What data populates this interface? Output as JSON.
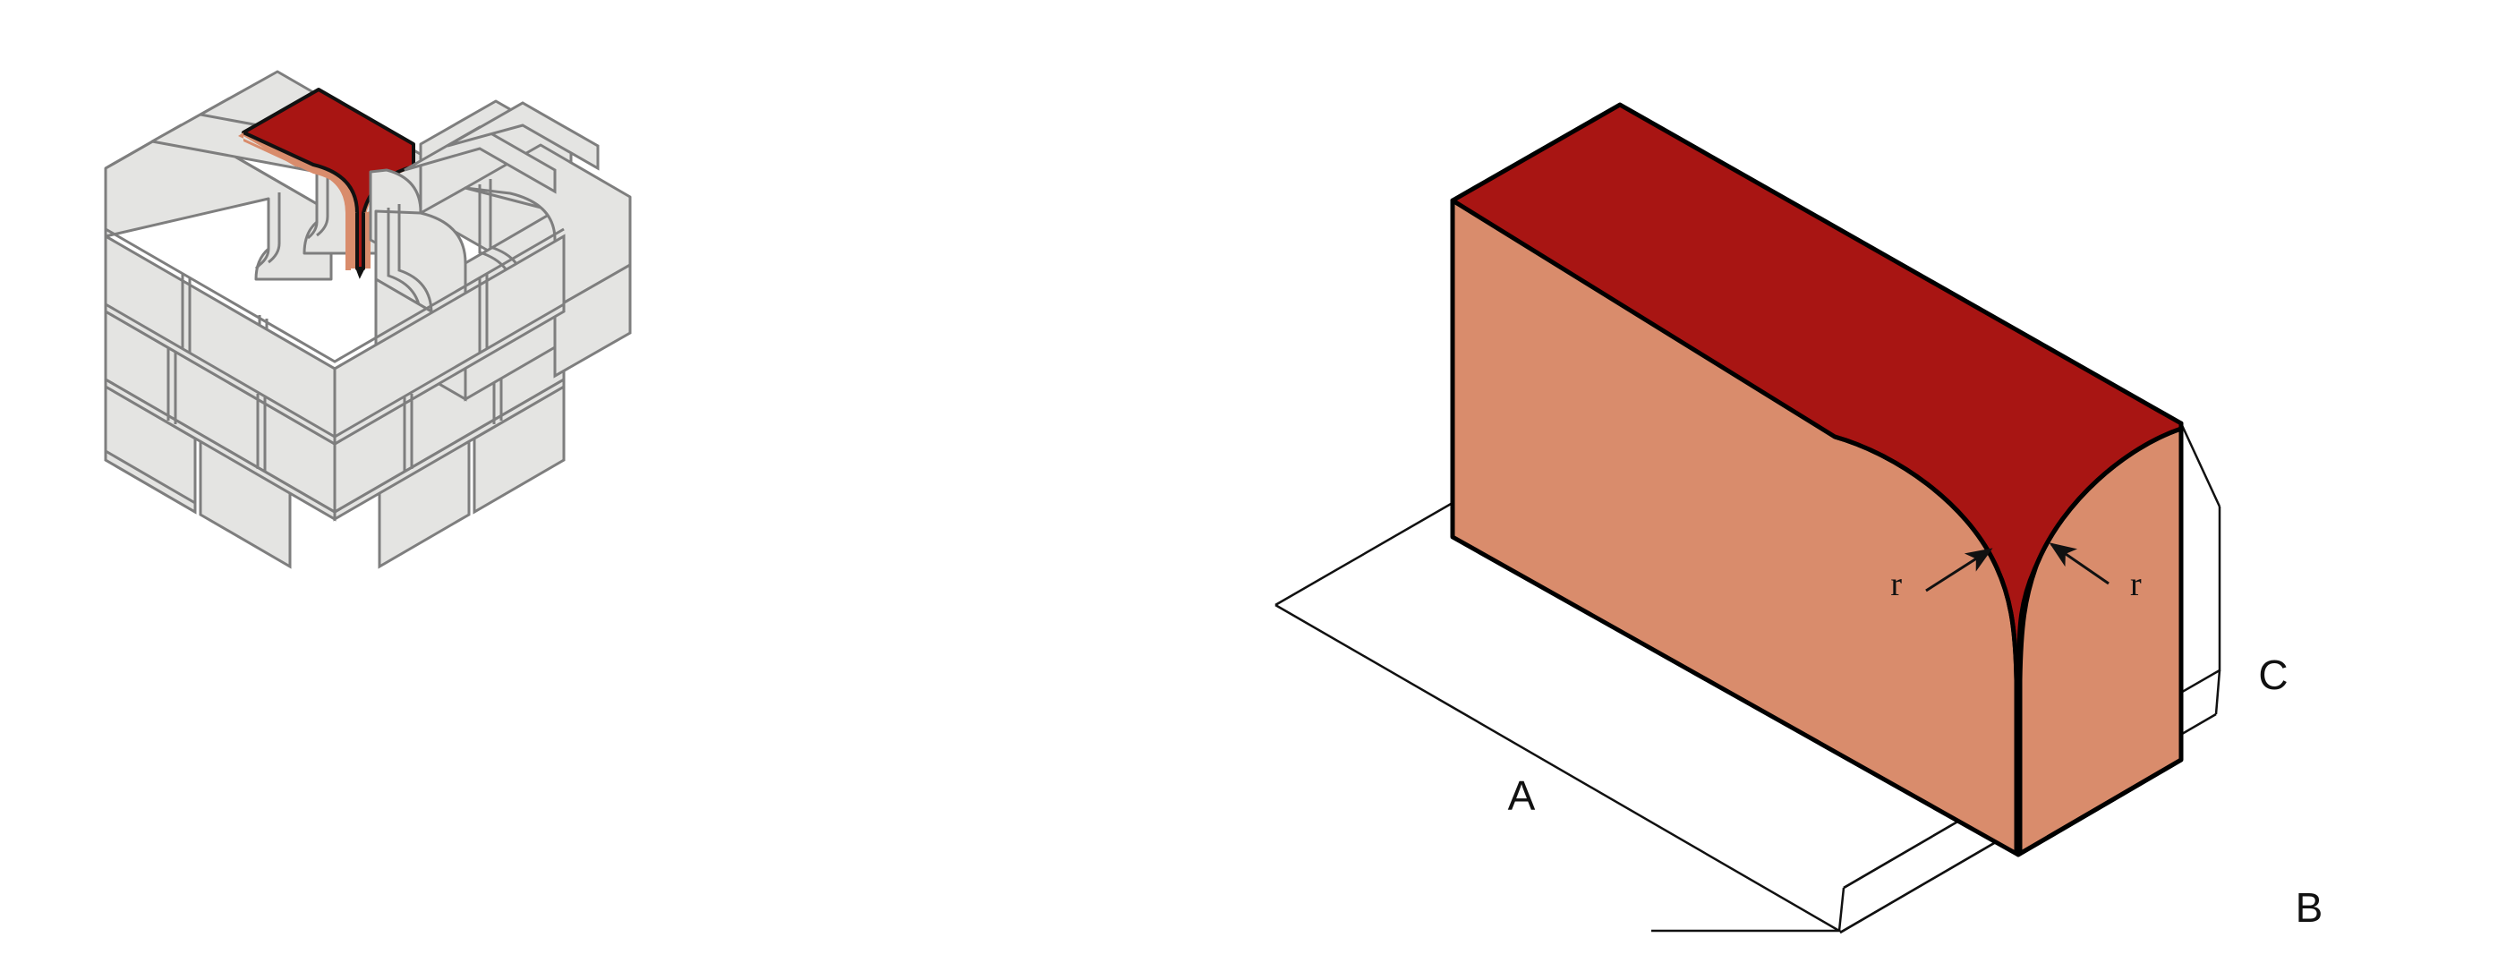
{
  "figure": {
    "title": "Brick masonry corner with filleted vertical edge",
    "background_color": "#ffffff"
  },
  "colors": {
    "brick_gray_fill": "#E4E4E2",
    "brick_gray_stroke": "#7E7E7E",
    "highlight_top_red": "#A81513",
    "highlight_side_salmon": "#D98C6C",
    "outline_black": "#000000",
    "wireframe_line": "#111111",
    "label_text": "#111111"
  },
  "left_panel": {
    "name": "isometric-brick-wall-corner",
    "description": "L-shaped isometric brick wall corner, four courses, one highlighted brick",
    "course_count": 4,
    "highlighted_brick": {
      "top_face_color": "#A81513",
      "side_face_color": "#D98C6C",
      "has_fillet": true
    }
  },
  "right_panel": {
    "name": "single-brick-detail",
    "description": "Enlarged isometric single brick with filleted vertical corner and dimension guides",
    "top_face_color": "#A81513",
    "side_face_color": "#D98C6C",
    "dimension_labels": [
      {
        "id": "A",
        "text": "A",
        "meaning": "length"
      },
      {
        "id": "B",
        "text": "B",
        "meaning": "depth"
      },
      {
        "id": "C",
        "text": "C",
        "meaning": "height"
      }
    ],
    "radius_callouts": [
      {
        "id": "r-left",
        "text": "r"
      },
      {
        "id": "r-right",
        "text": "r"
      }
    ]
  }
}
